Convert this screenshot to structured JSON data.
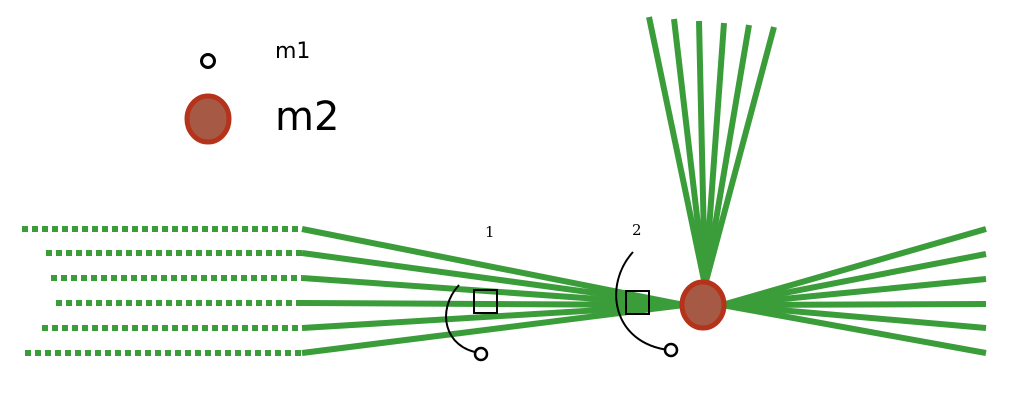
{
  "legend": {
    "small_marker_label": "m1",
    "large_marker_label": "m2"
  },
  "markers": [
    {
      "label": "1"
    },
    {
      "label": "2"
    }
  ],
  "colors": {
    "fiber": "#3a9d3a",
    "m2_fill": "#a65a45",
    "m2_outline": "#b5331a",
    "ink": "#000000",
    "background": "#ffffff"
  },
  "fibers": {
    "left_dotted_count": 6,
    "left_solid_count": 6,
    "top_fan_count": 6,
    "right_fan_count": 6
  }
}
